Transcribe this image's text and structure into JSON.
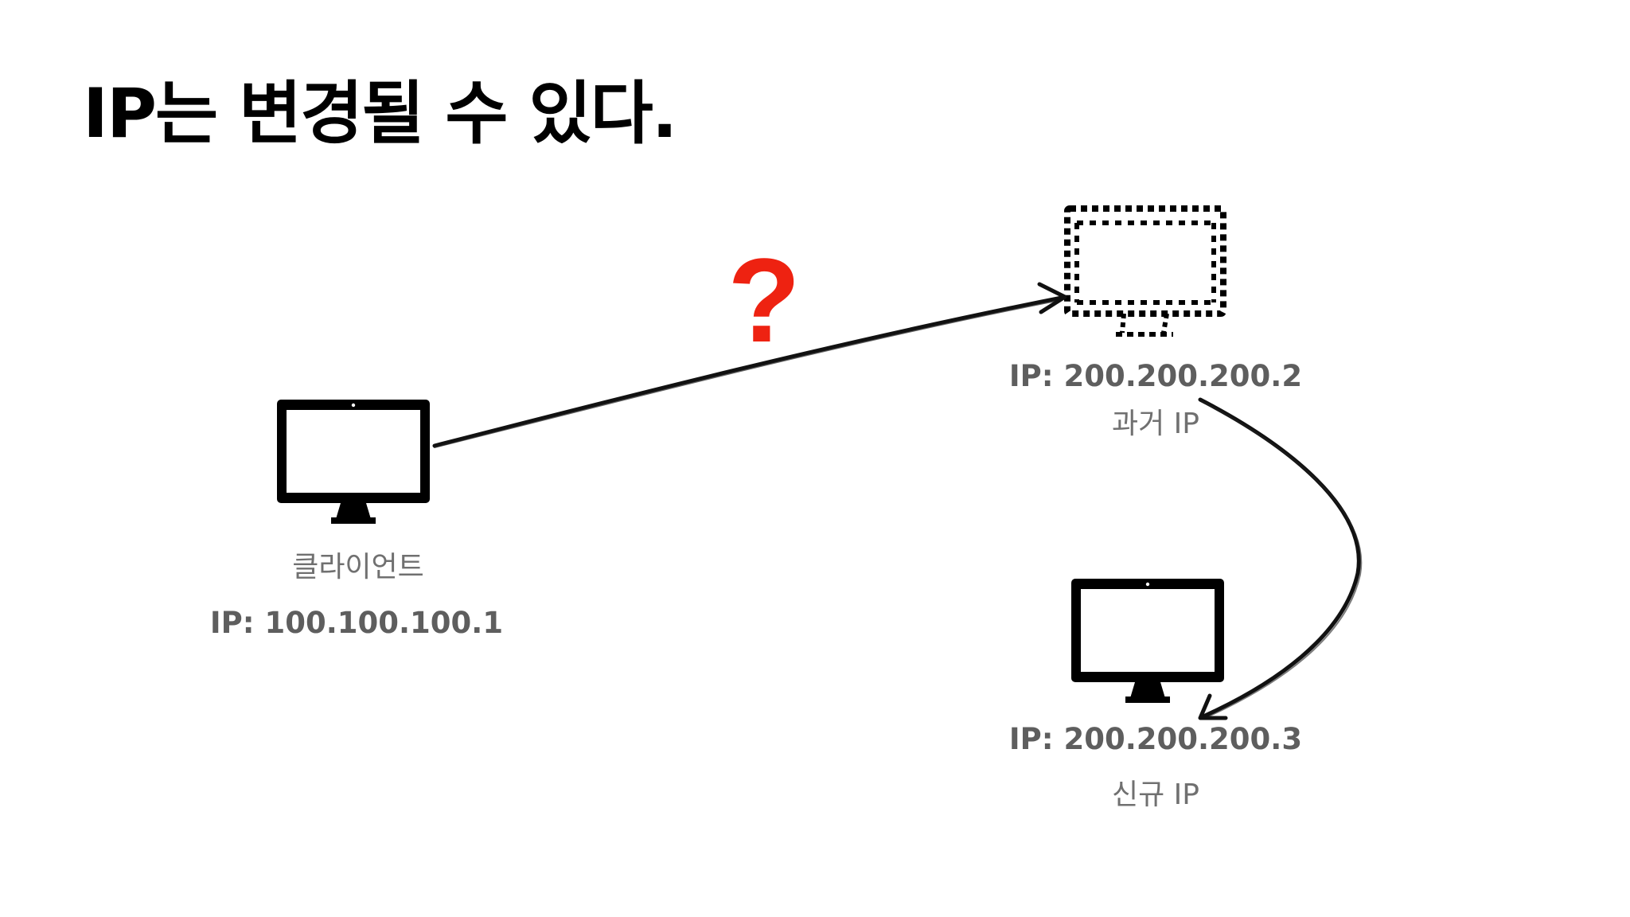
{
  "title": "IP는 변경될 수 있다.",
  "question_mark": "?",
  "colors": {
    "title": "#000000",
    "label_bold": "#5e5e5e",
    "label_regular": "#707070",
    "question_mark": "#ee2211",
    "monitor": "#000000",
    "arrow": "#111111"
  },
  "nodes": {
    "client": {
      "icon": "monitor-icon",
      "name": "클라이언트",
      "ip": "IP: 100.100.100.1"
    },
    "old_server": {
      "icon": "monitor-outline-icon",
      "ip": "IP: 200.200.200.2",
      "name": "과거 IP"
    },
    "new_server": {
      "icon": "monitor-icon",
      "ip": "IP: 200.200.200.3",
      "name": "신규 IP"
    }
  },
  "edges": [
    {
      "from": "client",
      "to": "old_server",
      "style": "solid",
      "annotation": "?"
    },
    {
      "from": "old_server",
      "to": "new_server",
      "style": "curved"
    }
  ]
}
